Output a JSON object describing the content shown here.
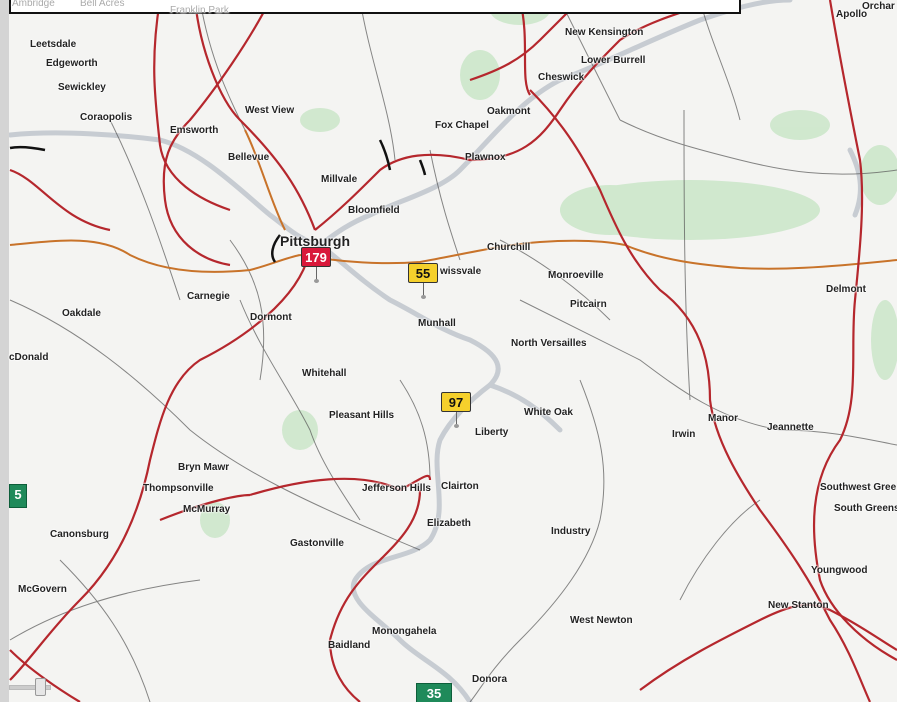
{
  "map": {
    "places": [
      {
        "id": "leetsdale",
        "label": "Leetsdale"
      },
      {
        "id": "edgeworth",
        "label": "Edgeworth"
      },
      {
        "id": "sewickley",
        "label": "Sewickley"
      },
      {
        "id": "coraopolis",
        "label": "Coraopolis"
      },
      {
        "id": "emsworth",
        "label": "Emsworth"
      },
      {
        "id": "west-view",
        "label": "West View"
      },
      {
        "id": "bellevue",
        "label": "Bellevue"
      },
      {
        "id": "millvale",
        "label": "Millvale"
      },
      {
        "id": "bloomfield",
        "label": "Bloomfield"
      },
      {
        "id": "pittsburgh",
        "label": "Pittsburgh"
      },
      {
        "id": "fox-chapel",
        "label": "Fox Chapel"
      },
      {
        "id": "oakmont",
        "label": "Oakmont"
      },
      {
        "id": "cheswick",
        "label": "Cheswick"
      },
      {
        "id": "new-kensington",
        "label": "New Kensington"
      },
      {
        "id": "lower-burrell",
        "label": "Lower Burrell"
      },
      {
        "id": "plawnox",
        "label": "Plawnox"
      },
      {
        "id": "churchill",
        "label": "Churchill"
      },
      {
        "id": "swissvale",
        "label": "wissvale"
      },
      {
        "id": "monroeville",
        "label": "Monroeville"
      },
      {
        "id": "pitcairn",
        "label": "Pitcairn"
      },
      {
        "id": "delmont",
        "label": "Delmont"
      },
      {
        "id": "apollo",
        "label": "Apollo"
      },
      {
        "id": "orchard",
        "label": "Orchar"
      },
      {
        "id": "carnegie",
        "label": "Carnegie"
      },
      {
        "id": "oakdale",
        "label": "Oakdale"
      },
      {
        "id": "dormont",
        "label": "Dormont"
      },
      {
        "id": "munhall",
        "label": "Munhall"
      },
      {
        "id": "north-versailles",
        "label": "North Versailles"
      },
      {
        "id": "mcdonald",
        "label": "cDonald"
      },
      {
        "id": "whitehall",
        "label": "Whitehall"
      },
      {
        "id": "pleasant-hills",
        "label": "Pleasant Hills"
      },
      {
        "id": "liberty",
        "label": "Liberty"
      },
      {
        "id": "white-oak",
        "label": "White Oak"
      },
      {
        "id": "irwin",
        "label": "Irwin"
      },
      {
        "id": "manor",
        "label": "Manor"
      },
      {
        "id": "jeannette",
        "label": "Jeannette"
      },
      {
        "id": "bryn-mawr",
        "label": "Bryn Mawr"
      },
      {
        "id": "thompsonville",
        "label": "Thompsonville"
      },
      {
        "id": "mcmurray",
        "label": "McMurray"
      },
      {
        "id": "jefferson-hills",
        "label": "Jefferson Hills"
      },
      {
        "id": "clairton",
        "label": "Clairton"
      },
      {
        "id": "elizabeth",
        "label": "Elizabeth"
      },
      {
        "id": "industry",
        "label": "Industry"
      },
      {
        "id": "southwest-greensburg",
        "label": "Southwest Gree"
      },
      {
        "id": "south-greensburg",
        "label": "South Greens"
      },
      {
        "id": "canonsburg",
        "label": "Canonsburg"
      },
      {
        "id": "gastonville",
        "label": "Gastonville"
      },
      {
        "id": "youngwood",
        "label": "Youngwood"
      },
      {
        "id": "new-stanton",
        "label": "New Stanton"
      },
      {
        "id": "mcgovern",
        "label": "McGovern"
      },
      {
        "id": "west-newton",
        "label": "West Newton"
      },
      {
        "id": "monongahela",
        "label": "Monongahela"
      },
      {
        "id": "baidland",
        "label": "Baidland"
      },
      {
        "id": "donora",
        "label": "Donora"
      },
      {
        "id": "ambridge",
        "label": "Ambridge"
      },
      {
        "id": "bell-acres",
        "label": "Bell Acres"
      },
      {
        "id": "franklin-park",
        "label": "Franklin Park"
      }
    ],
    "markers": [
      {
        "id": "179",
        "label": "179",
        "color": "#d9183a",
        "text_color": "#ffffff"
      },
      {
        "id": "55",
        "label": "55",
        "color": "#f5d02c",
        "text_color": "#111111"
      },
      {
        "id": "97",
        "label": "97",
        "color": "#f5d02c",
        "text_color": "#111111"
      }
    ],
    "route_signs": [
      {
        "id": "i79",
        "label": "5"
      },
      {
        "id": "route35",
        "label": "35"
      }
    ],
    "colors": {
      "highway": "#b5272d",
      "arterial": "#c8732a",
      "river": "#c7ccd2",
      "park": "#8ed28e",
      "route_sign": "#1f8a5a"
    }
  }
}
